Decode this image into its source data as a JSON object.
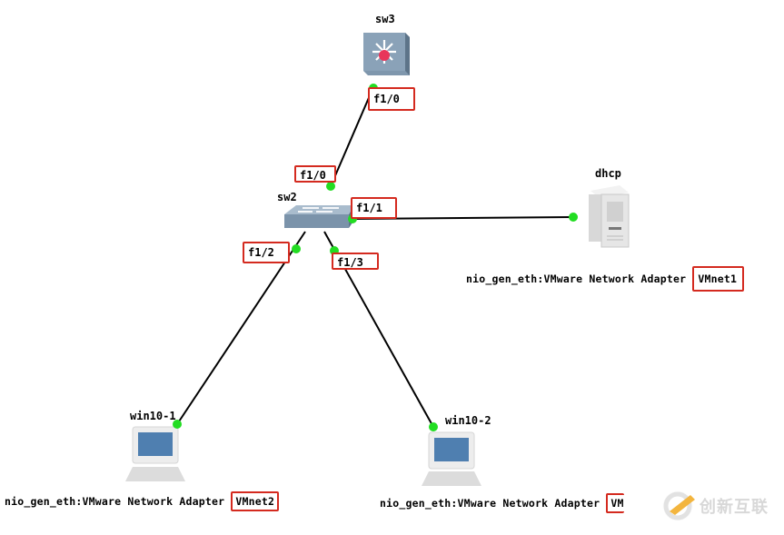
{
  "topology": {
    "nodes": {
      "sw3": {
        "name": "sw3",
        "type": "multilayer-switch"
      },
      "sw2": {
        "name": "sw2",
        "type": "ethernet-switch"
      },
      "dhcp": {
        "name": "dhcp",
        "type": "server",
        "adapter_prefix": "nio_gen_eth:VMware Network Adapter ",
        "adapter_highlight": "VMnet1"
      },
      "win10_1": {
        "name": "win10-1",
        "type": "host",
        "adapter_prefix": "nio_gen_eth:VMware Network Adapter ",
        "adapter_highlight": "VMnet2"
      },
      "win10_2": {
        "name": "win10-2",
        "type": "host",
        "adapter_prefix": "nio_gen_eth:VMware Network Adapter ",
        "adapter_highlight": "VM"
      }
    },
    "links": [
      {
        "from": "sw3",
        "from_port": "f1/0",
        "to": "sw2",
        "to_port": "f1/0"
      },
      {
        "from": "sw2",
        "from_port": "f1/1",
        "to": "dhcp",
        "to_port": ""
      },
      {
        "from": "sw2",
        "from_port": "f1/2",
        "to": "win10-1",
        "to_port": ""
      },
      {
        "from": "sw2",
        "from_port": "f1/3",
        "to": "win10-2",
        "to_port": ""
      }
    ],
    "port_labels": {
      "sw3_f10": "f1/0",
      "sw2_f10": "f1/0",
      "sw2_f11": "f1/1",
      "sw2_f12": "f1/2",
      "sw2_f13": "f1/3"
    },
    "link_status_color": "#22dd22",
    "highlight_color": "#d42a1f"
  },
  "watermark": {
    "text": "创新互联"
  }
}
